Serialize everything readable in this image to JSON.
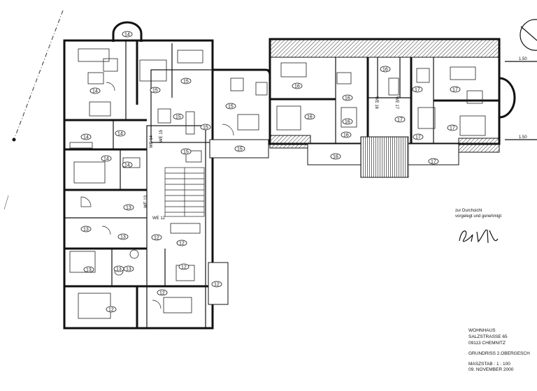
{
  "plan": {
    "apartment_labels": [
      "14",
      "15",
      "16",
      "17",
      "12",
      "13"
    ],
    "we_labels": [
      "WE 15",
      "WE 14",
      "WE 13",
      "WE 12",
      "WE 16",
      "WE 17"
    ],
    "level_marks": [
      "1.50",
      "1.50"
    ]
  },
  "approval": {
    "line1": "zur Durchsicht",
    "line2": "vorgelegt und genehmigt"
  },
  "title_block": {
    "building": "WOHNHAUS",
    "street": "SALZSTRASSE 65",
    "city": "09113 CHEMNITZ",
    "drawing": "GRUNDRISS 2.OBERGESCH",
    "scale_label": "MASZSTAB : 1 : 100",
    "date": "09. NOVEMBER 2000"
  }
}
